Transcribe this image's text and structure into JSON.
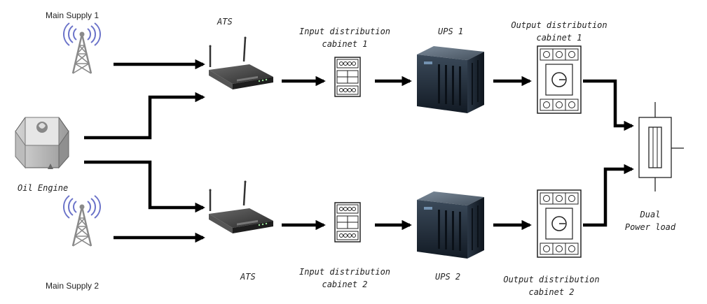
{
  "labels": {
    "main_supply_1": "Main Supply 1",
    "main_supply_2": "Main Supply 2",
    "oil_engine": "Oil Engine",
    "ats_top": "ATS",
    "ats_bottom": "ATS",
    "input_cab_1_l1": "Input distribution",
    "input_cab_1_l2": "cabinet 1",
    "input_cab_2_l1": "Input distribution",
    "input_cab_2_l2": "cabinet 2",
    "ups_1": "UPS 1",
    "ups_2": "UPS 2",
    "output_cab_1_l1": "Output distribution",
    "output_cab_1_l2": "cabinet 1",
    "output_cab_2_l1": "Output distribution",
    "output_cab_2_l2": "cabinet 2",
    "load_l1": "Dual",
    "load_l2": "Power load"
  },
  "colors": {
    "arrow": "#000000",
    "tower": "#8a8a8a",
    "signal": "#6b73c9",
    "ups_body": "#1f2b38",
    "router": "#3a3a3a"
  },
  "icons": {
    "main_supply": "radio-tower-icon",
    "oil_engine": "generator-icon",
    "ats": "router-icon",
    "input_cabinet": "breaker-panel-icon",
    "ups": "server-rack-icon",
    "output_cabinet": "switch-box-icon",
    "load": "dual-power-load-icon"
  }
}
